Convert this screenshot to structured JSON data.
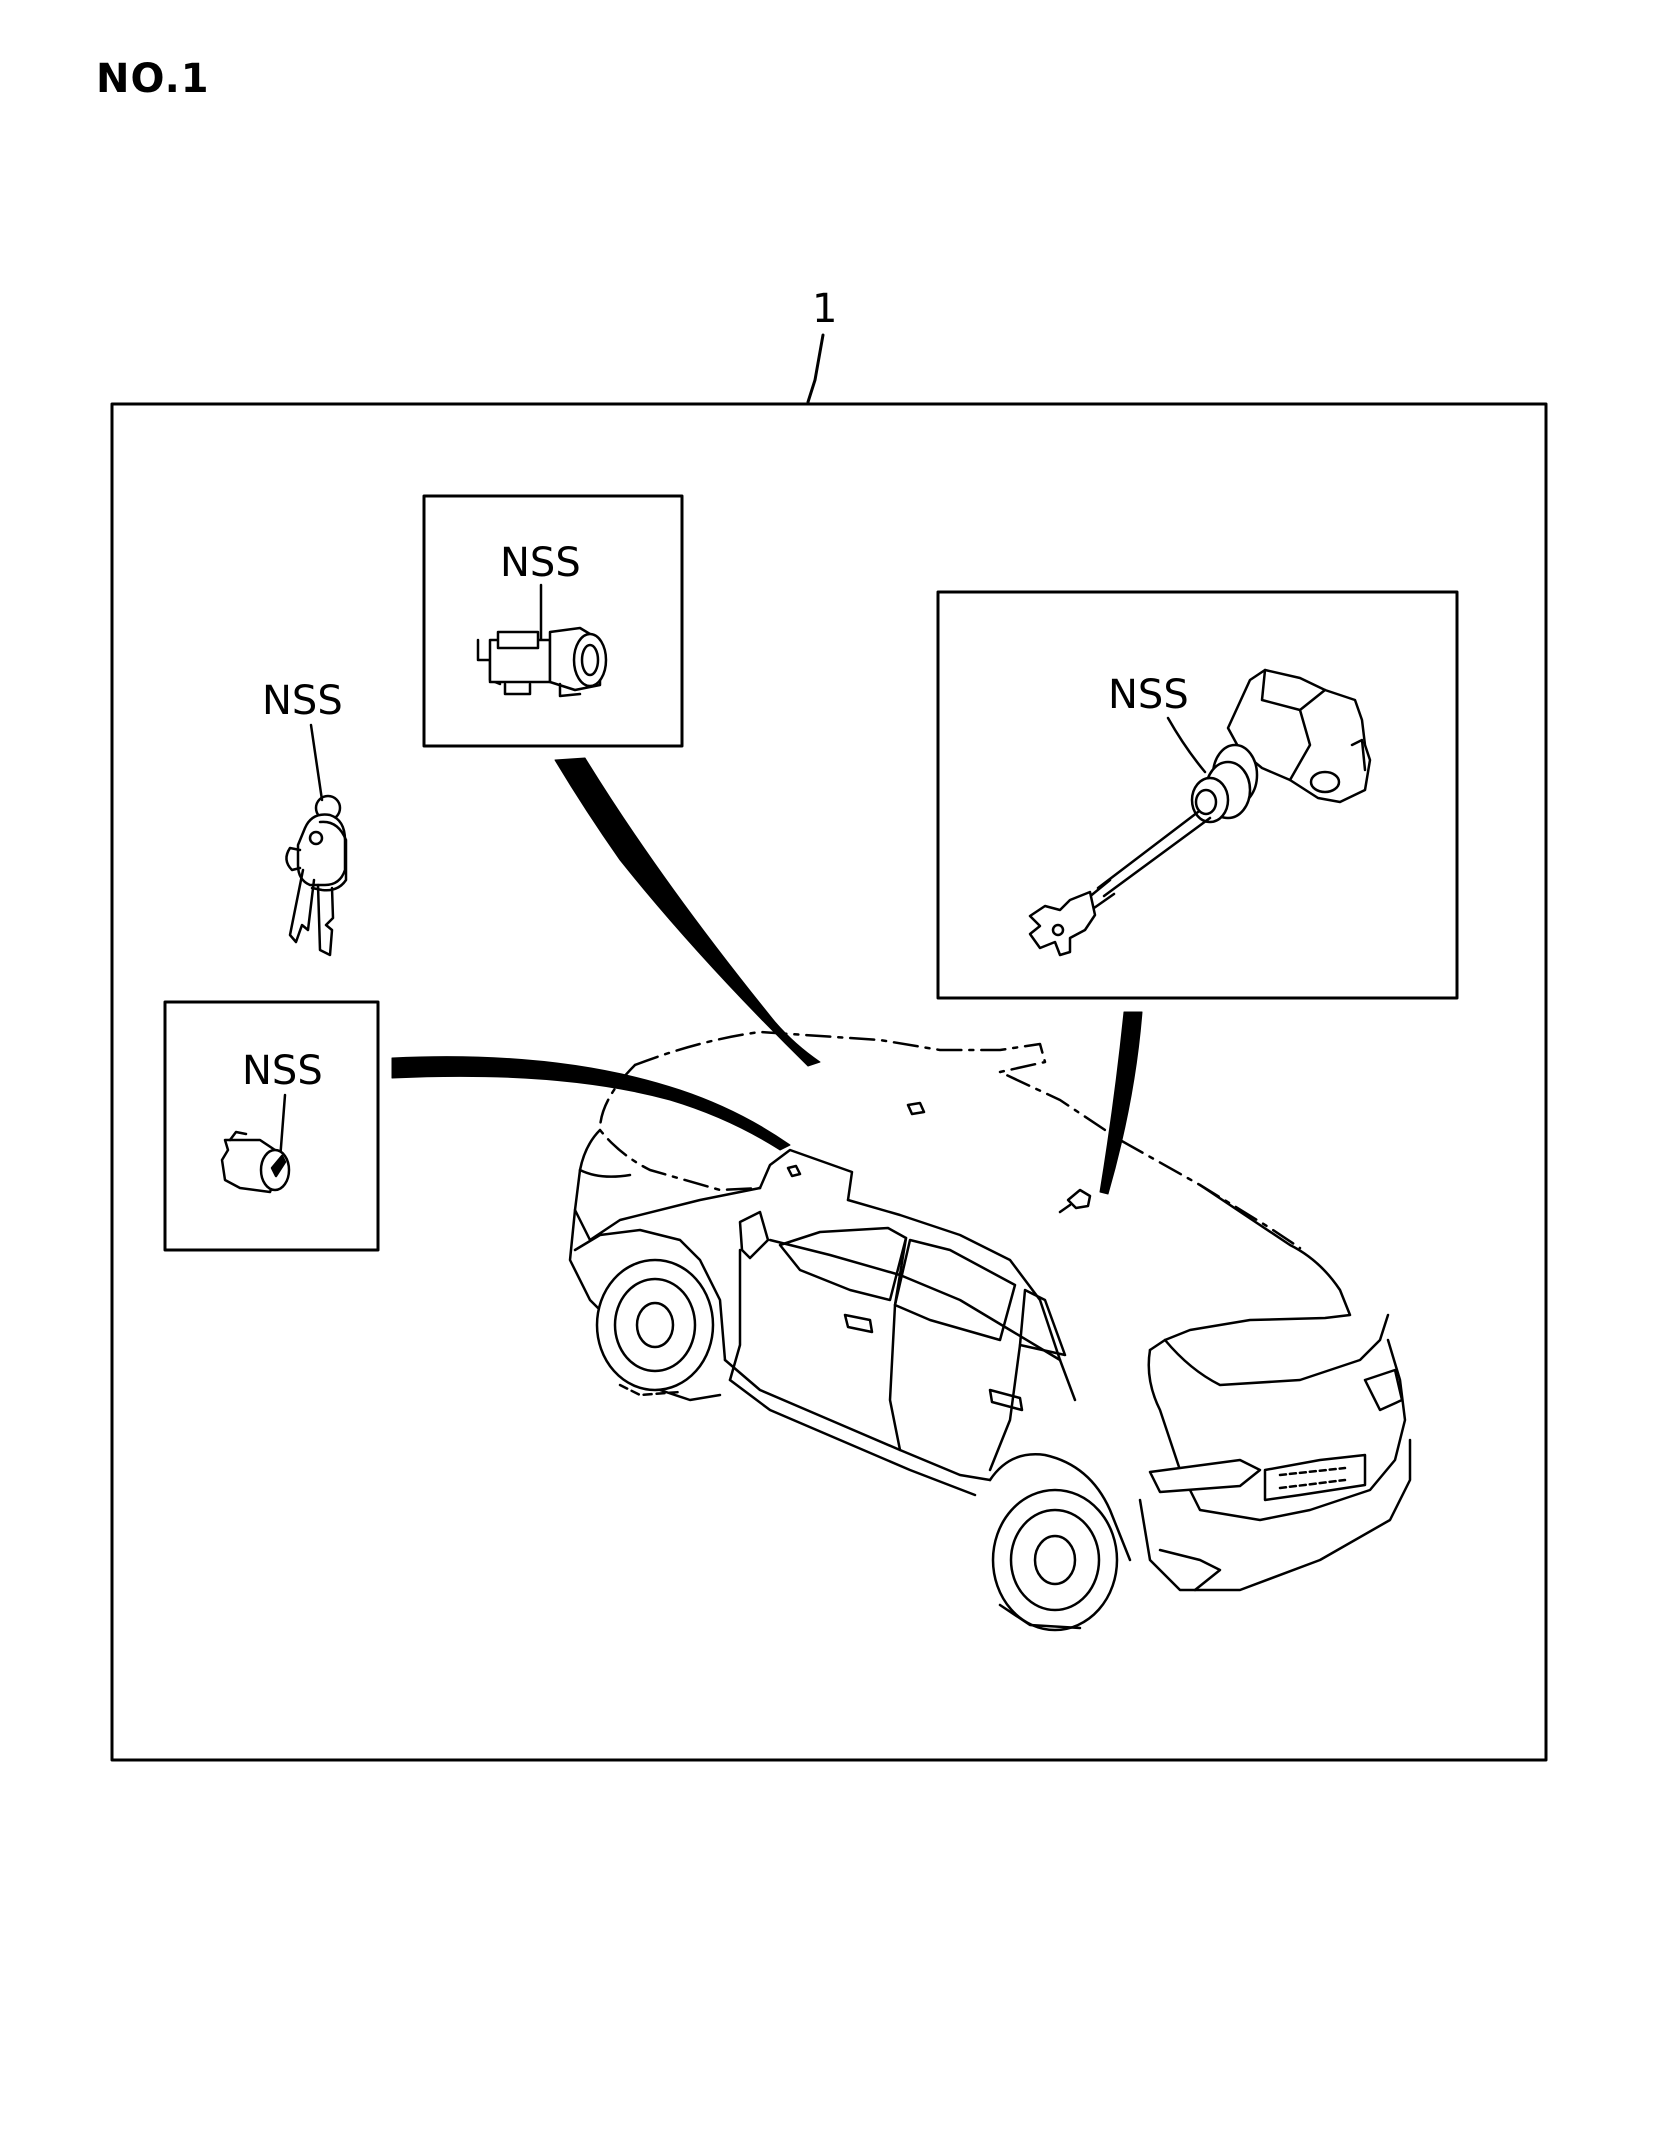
{
  "page": {
    "title": "NO.1"
  },
  "diagram": {
    "assembly_ref": "1",
    "labels": {
      "keys": "NSS",
      "ignition_cylinder": "NSS",
      "tailgate_lock": "NSS",
      "door_cylinder": "NSS"
    }
  },
  "colors": {
    "line": "#000000",
    "background": "#ffffff"
  }
}
